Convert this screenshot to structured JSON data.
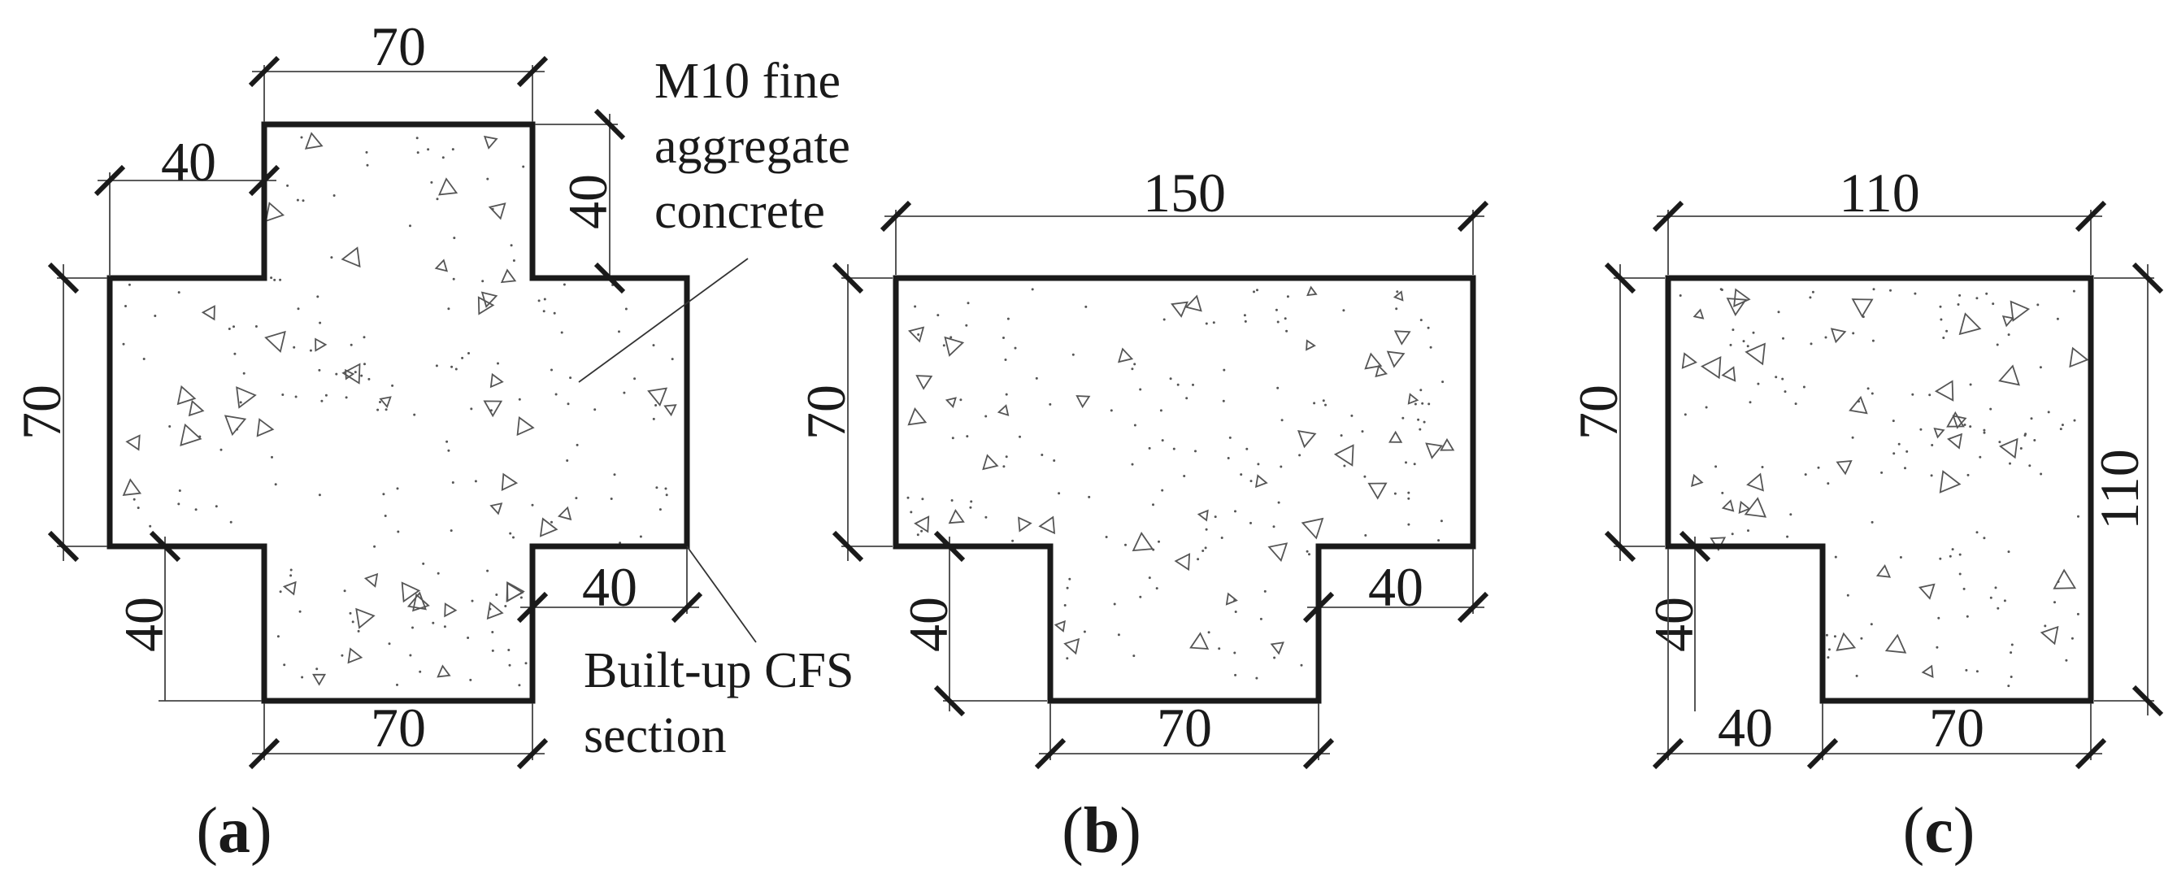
{
  "figures": {
    "a": {
      "label": "a",
      "dims": {
        "top_width": "70",
        "bottom_width": "70",
        "left_flange": "40",
        "left_height": "70",
        "right_top": "40",
        "right_bottom": "40",
        "left_bottom": "40"
      },
      "annotations": {
        "infill_line1": "M10 fine",
        "infill_line2": "aggregate",
        "infill_line3": "concrete",
        "steel_line1": "Built-up CFS",
        "steel_line2": "section"
      }
    },
    "b": {
      "label": "b",
      "dims": {
        "top_width": "150",
        "left_height": "70",
        "left_bottom": "40",
        "right_bottom": "40",
        "bottom_width": "70"
      }
    },
    "c": {
      "label": "c",
      "dims": {
        "top_width": "110",
        "left_height": "70",
        "right_height": "110",
        "left_bottom": "40",
        "bottom_left": "40",
        "bottom_width": "70"
      }
    }
  }
}
